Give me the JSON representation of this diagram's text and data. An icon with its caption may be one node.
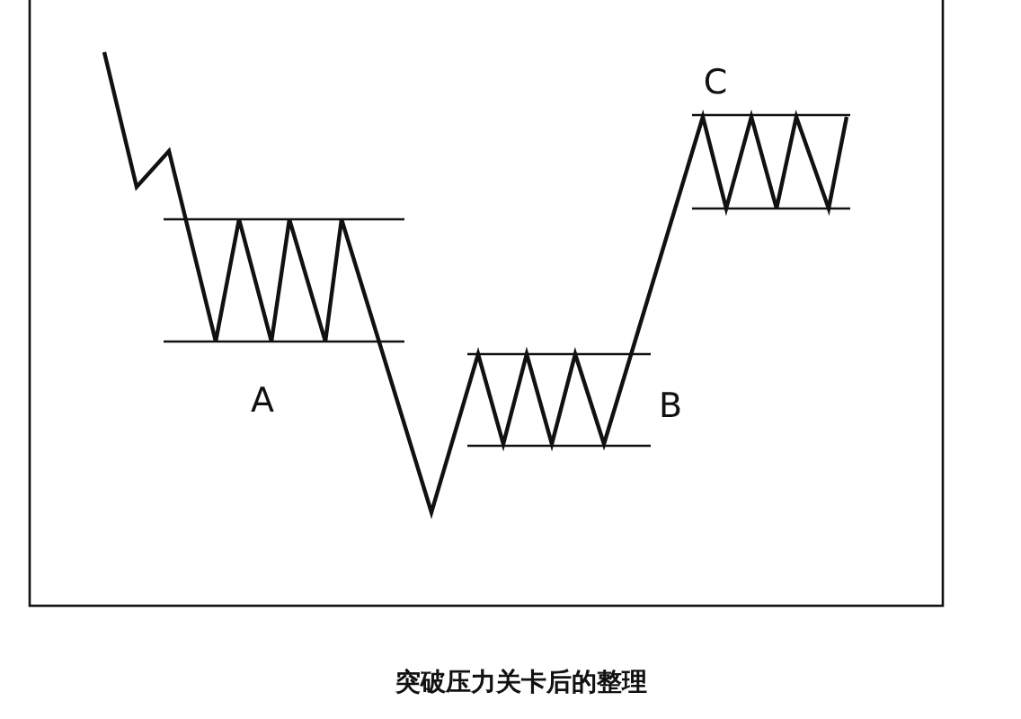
{
  "diagram": {
    "caption": "突破压力关卡后的整理",
    "labels": [
      "C",
      "A",
      "B"
    ]
  }
}
